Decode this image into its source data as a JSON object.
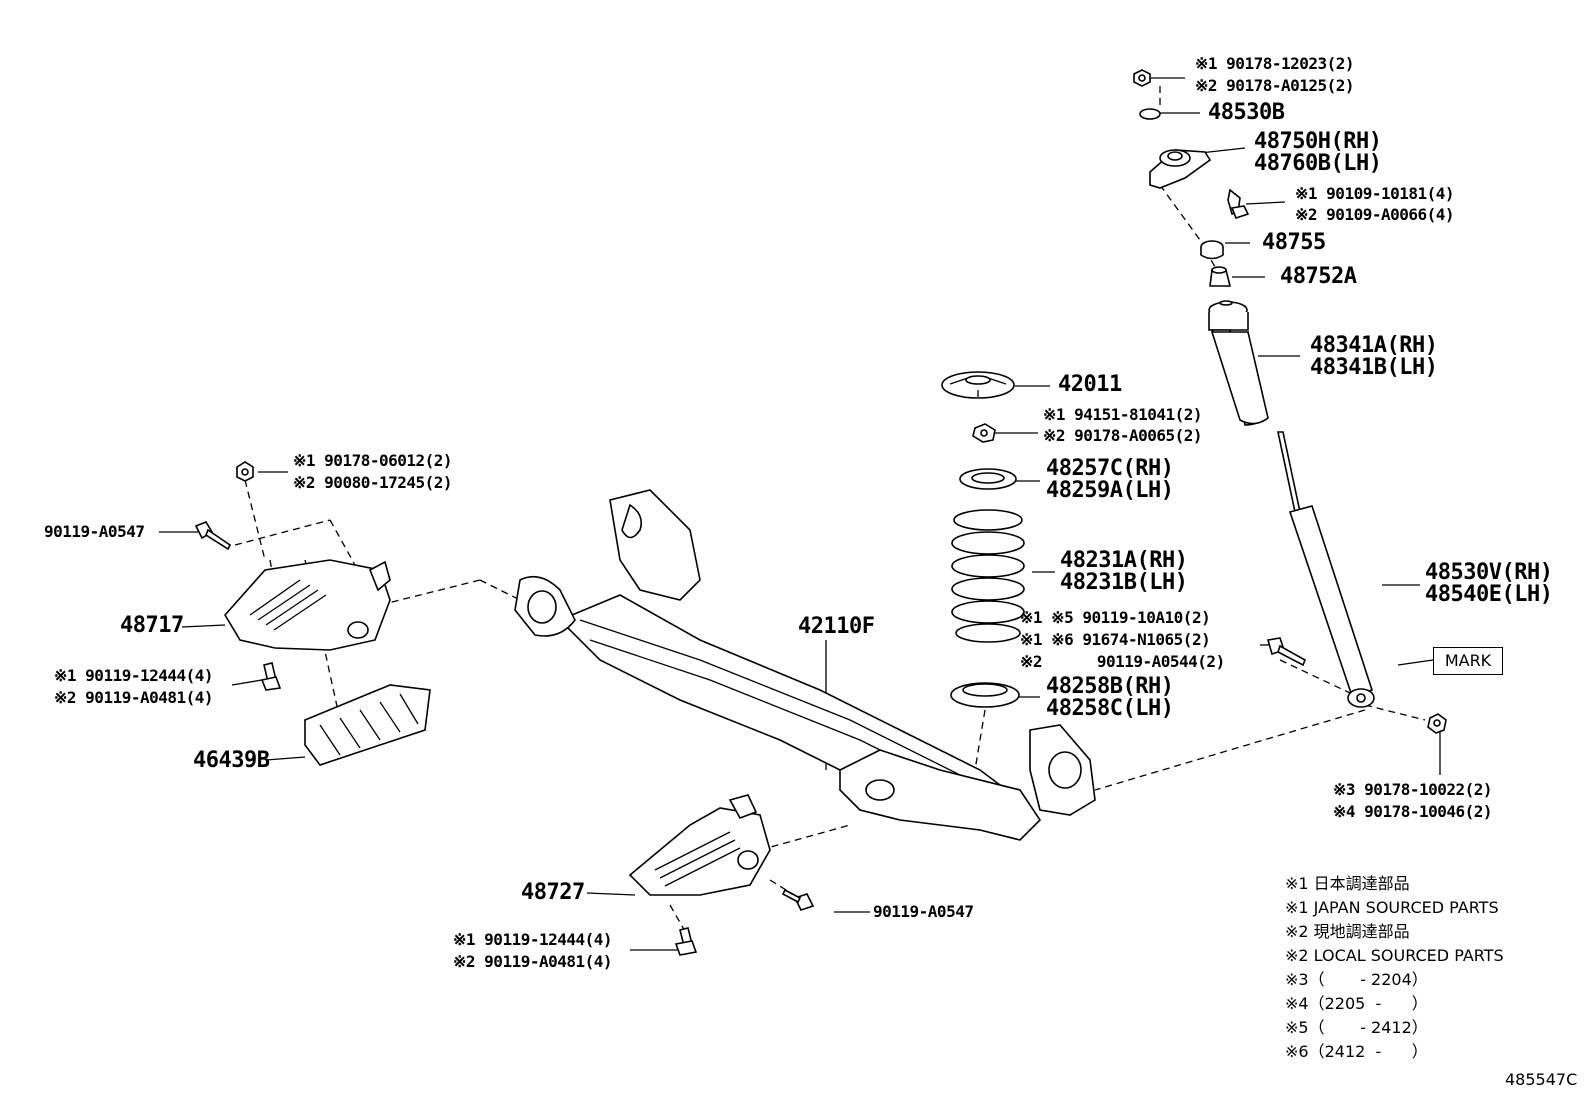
{
  "callouts": {
    "c_nut_top_1": "※1 90178-12023(2)",
    "c_nut_top_2": "※2 90178-A0125(2)",
    "c_48530b": "48530B",
    "c_48750h": "48750H(RH)",
    "c_48760b": "48760B(LH)",
    "c_bolt_top_1": "※1 90109-10181(4)",
    "c_bolt_top_2": "※2 90109-A0066(4)",
    "c_48755": "48755",
    "c_48752a": "48752A",
    "c_48341a": "48341A(RH)",
    "c_48341b": "48341B(LH)",
    "c_42011": "42011",
    "c_nut_mid_1": "※1 94151-81041(2)",
    "c_nut_mid_2": "※2 90178-A0065(2)",
    "c_48257c": "48257C(RH)",
    "c_48259a": "48259A(LH)",
    "c_48231a": "48231A(RH)",
    "c_48231b": "48231B(LH)",
    "c_48530v": "48530V(RH)",
    "c_48540e": "48540E(LH)",
    "c_bolt_spring_1": "※1 ※5 90119-10A10(2)",
    "c_bolt_spring_2": "※1 ※6 91674-N1065(2)",
    "c_bolt_spring_3": "※2      90119-A0544(2)",
    "c_mark": "MARK",
    "c_48258b": "48258B(RH)",
    "c_48258c": "48258C(LH)",
    "c_nut_bottom_1": "※3 90178-10022(2)",
    "c_nut_bottom_2": "※4 90178-10046(2)",
    "c_42110f": "42110F",
    "c_nut_left_1": "※1 90178-06012(2)",
    "c_nut_left_2": "※2 90080-17245(2)",
    "c_90119_a0547_left": "90119-A0547",
    "c_48717": "48717",
    "c_bolt_left_1": "※1 90119-12444(4)",
    "c_bolt_left_2": "※2 90119-A0481(4)",
    "c_46439b": "46439B",
    "c_48727": "48727",
    "c_90119_a0547_right": "90119-A0547",
    "c_bolt_lower_1": "※1 90119-12444(4)",
    "c_bolt_lower_2": "※2 90119-A0481(4)"
  },
  "legend": [
    "※1 日本調達部品",
    "※1 JAPAN SOURCED PARTS",
    "※2 現地調達部品",
    "※2 LOCAL SOURCED PARTS",
    "※3（       - 2204）",
    "※4（2205  -      ）",
    "※5（       - 2412）",
    "※6（2412  -      ）"
  ],
  "reference_code": "485547C"
}
